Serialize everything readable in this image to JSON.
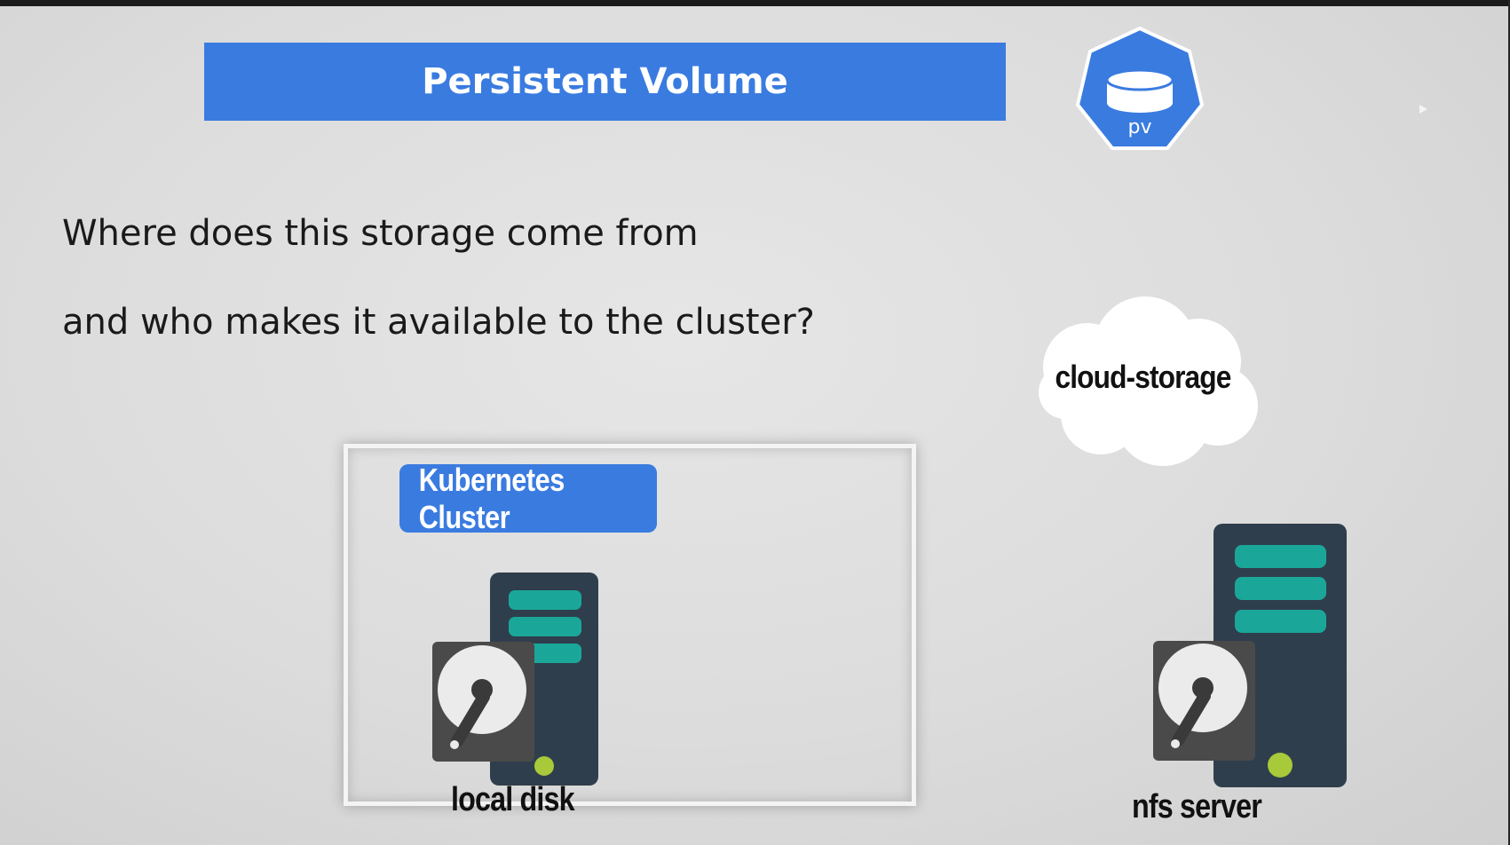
{
  "slide": {
    "title": "Persistent Volume",
    "pv_badge_label": "pv",
    "question_line_1": "Where does this storage come from",
    "question_line_2": "and who makes it available to the cluster?",
    "cloud_label": "cloud-storage",
    "cluster_label": "Kubernetes Cluster",
    "local_disk_label": "local disk",
    "nfs_server_label": "nfs server"
  },
  "colors": {
    "banner_blue": "#3a7be0",
    "server_body": "#2f3e4c",
    "server_slot": "#1aa79a",
    "power_led": "#a7c93a",
    "disk_gray": "#4a4a4a"
  },
  "icons": [
    "pv-heptagon-icon",
    "database-cylinder-icon",
    "cloud-icon",
    "server-icon",
    "hard-disk-icon",
    "play-icon"
  ]
}
